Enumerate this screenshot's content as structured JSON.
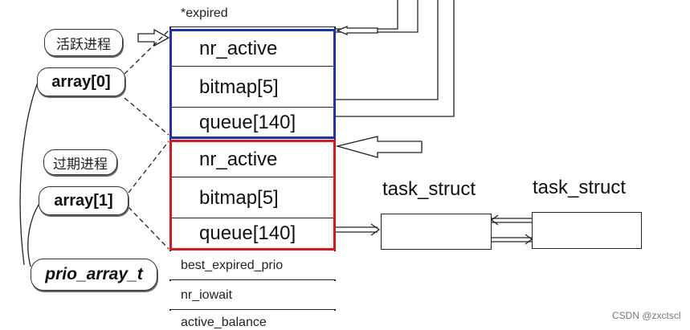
{
  "runqueue": {
    "top_field": "*expired",
    "bottom_fields": [
      "best_expired_prio",
      "nr_iowait",
      "active_balance"
    ]
  },
  "array_active": {
    "label_cn": "活跃进程",
    "name": "array[0]",
    "fields": [
      "nr_active",
      "bitmap[5]",
      "queue[140]"
    ],
    "border_color": "#1f2fbf"
  },
  "array_expired": {
    "label_cn": "过期进程",
    "name": "array[1]",
    "fields": [
      "nr_active",
      "bitmap[5]",
      "queue[140]"
    ],
    "border_color": "#e0141c"
  },
  "type_label": "prio_array_t",
  "task_struct_left": "task_struct",
  "task_struct_right": "task_struct",
  "watermark": "CSDN @zxctscl"
}
